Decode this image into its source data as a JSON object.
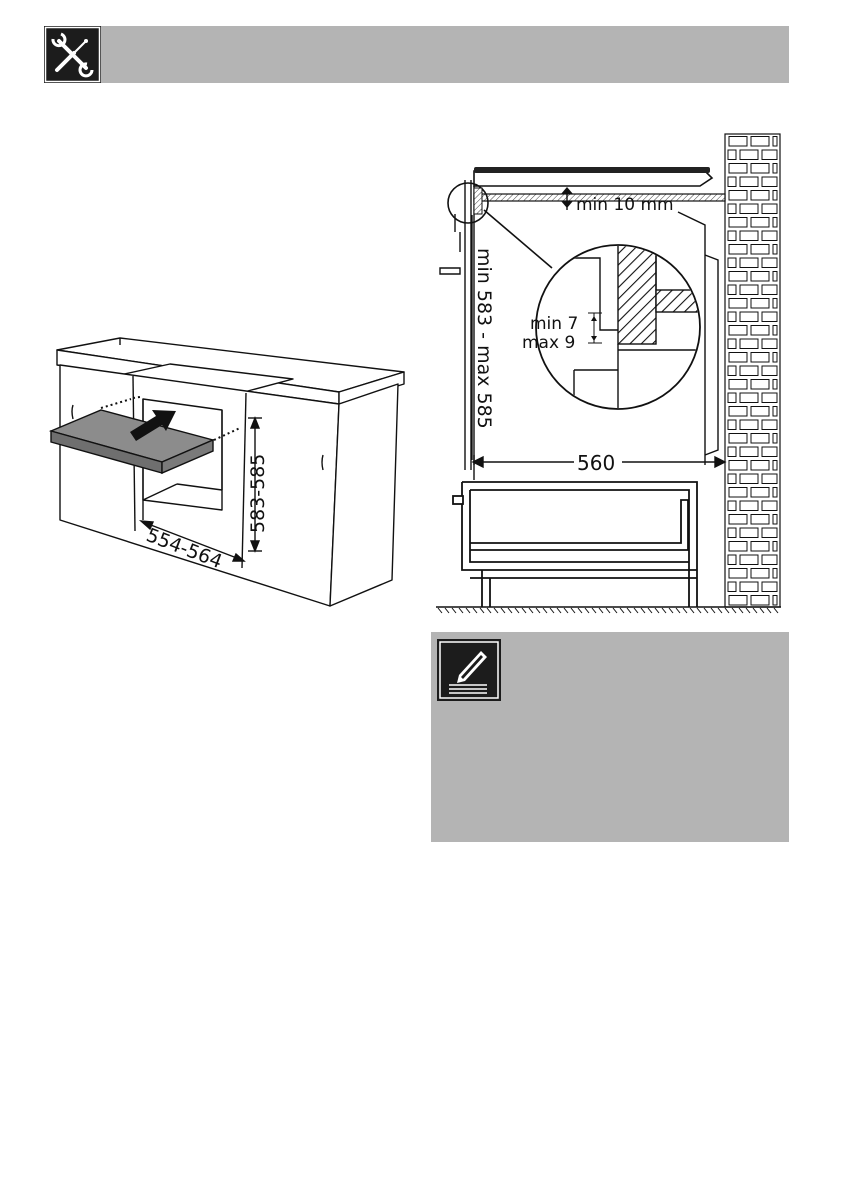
{
  "header": {
    "icon": "tools-icon"
  },
  "cabinet_figure": {
    "height_label": "583-585",
    "width_label": "554-564"
  },
  "section_figure": {
    "gap_label": "min 10 mm",
    "height_label": "min 583 - max 585",
    "detail_min_label": "min 7",
    "detail_max_label": "max 9",
    "width_label": "560"
  },
  "note": {
    "icon": "note-pencil-icon"
  },
  "colors": {
    "header_bg": "#b4b4b4",
    "note_bg": "#b4b4b4",
    "brick_fill": "#ffffff",
    "icon_bg": "#1c1c1c"
  }
}
